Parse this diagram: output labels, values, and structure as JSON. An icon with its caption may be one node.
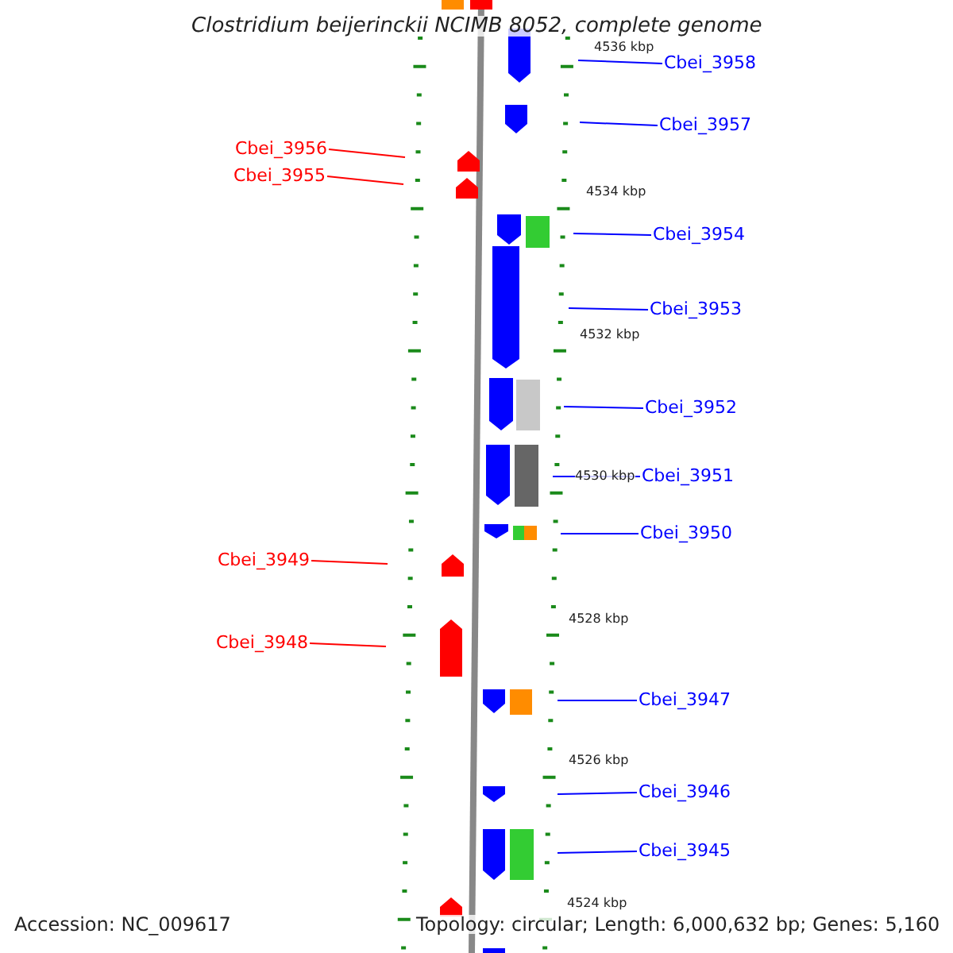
{
  "diagram": {
    "title": "Clostridium beijerinckii NCIMB 8052, complete genome",
    "nodes": [
      {
        "text": [
          "Cbei_3958"
        ]
      },
      {
        "text": [
          "Cbei_3957"
        ]
      },
      {
        "text": [
          "Cbei_3956"
        ]
      },
      {
        "text": [
          "Cbei_3955"
        ]
      },
      {
        "text": [
          "Cbei_3954"
        ]
      },
      {
        "text": [
          "Cbei_3953"
        ]
      },
      {
        "text": [
          "Cbei_3952"
        ]
      },
      {
        "text": [
          "Cbei_3951"
        ]
      },
      {
        "text": [
          "Cbei_3950"
        ]
      },
      {
        "text": [
          "Cbei_3949"
        ]
      },
      {
        "text": [
          "Cbei_3948"
        ]
      },
      {
        "text": [
          "Cbei_3947"
        ]
      },
      {
        "text": [
          "Cbei_3946"
        ]
      },
      {
        "text": [
          "Cbei_3945"
        ]
      }
    ],
    "edges": [
      {
        "from": 0,
        "to": null,
        "arrow": "none"
      },
      {
        "from": 1,
        "to": null,
        "arrow": "none"
      },
      {
        "from": 2,
        "to": null,
        "arrow": "none",
        "color": "#ff0000"
      },
      {
        "from": 3,
        "to": null,
        "arrow": "none",
        "color": "#ff0000"
      },
      {
        "from": 4,
        "to": null,
        "arrow": "none"
      },
      {
        "from": 5,
        "to": null,
        "arrow": "none"
      },
      {
        "from": 6,
        "to": null,
        "arrow": "none"
      },
      {
        "from": 7,
        "to": null,
        "arrow": "none"
      },
      {
        "from": 8,
        "to": null,
        "arrow": "none"
      },
      {
        "from": 9,
        "to": null,
        "arrow": "none",
        "color": "#ff0000"
      },
      {
        "from": 10,
        "to": null,
        "arrow": "none",
        "color": "#ff0000"
      },
      {
        "from": 11,
        "to": null,
        "arrow": "none"
      },
      {
        "from": 12,
        "to": null,
        "arrow": "none"
      },
      {
        "from": 13,
        "to": null,
        "arrow": "none"
      }
    ],
    "labels": [
      "4536 kbp",
      "4534 kbp",
      "4532 kbp",
      "4530 kbp",
      "4528 kbp",
      "4526 kbp",
      "4524 kbp",
      "Accession: NC_009617",
      "Topology: circular; Length: 6,000,632 bp; Genes: 5,160"
    ]
  }
}
